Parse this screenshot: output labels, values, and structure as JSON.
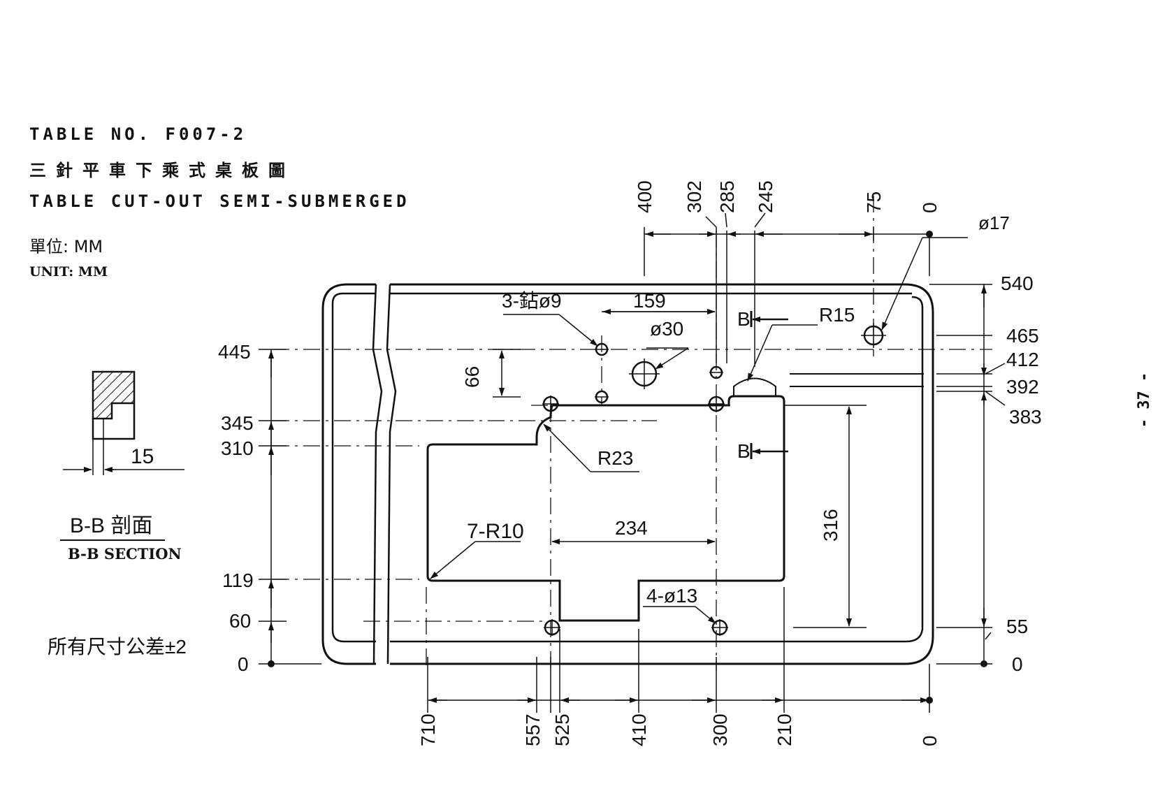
{
  "header": {
    "table_no": "TABLE NO. F007-2",
    "title_cn": "三針平車下乘式桌板圖",
    "title_en": "TABLE CUT-OUT SEMI-SUBMERGED",
    "unit_cn": "單位: MM",
    "unit_en": "UNIT: MM"
  },
  "page_number": "- 37 -",
  "section": {
    "dim": "15",
    "label_cn": "B-B 剖面",
    "label_en": "B-B SECTION"
  },
  "tolerance_note": "所有尺寸公差±2",
  "dims_top": [
    "400",
    "302",
    "285",
    "245",
    "75",
    "0"
  ],
  "dims_bottom": [
    "710",
    "557",
    "525",
    "410",
    "300",
    "210",
    "0"
  ],
  "dims_left": [
    "445",
    "345",
    "310",
    "119",
    "60",
    "0"
  ],
  "dims_right": [
    "540",
    "465",
    "412",
    "392",
    "383",
    "55",
    "0"
  ],
  "callouts": {
    "holes_9": "3-鉆ø9",
    "dim_159": "159",
    "hole_30": "ø30",
    "hole_17": "ø17",
    "r15": "R15",
    "r23": "R23",
    "r10": "7-R10",
    "dim_234": "234",
    "holes_13": "4-ø13",
    "dim_66": "66",
    "dim_316": "316",
    "section_mark": "B"
  }
}
